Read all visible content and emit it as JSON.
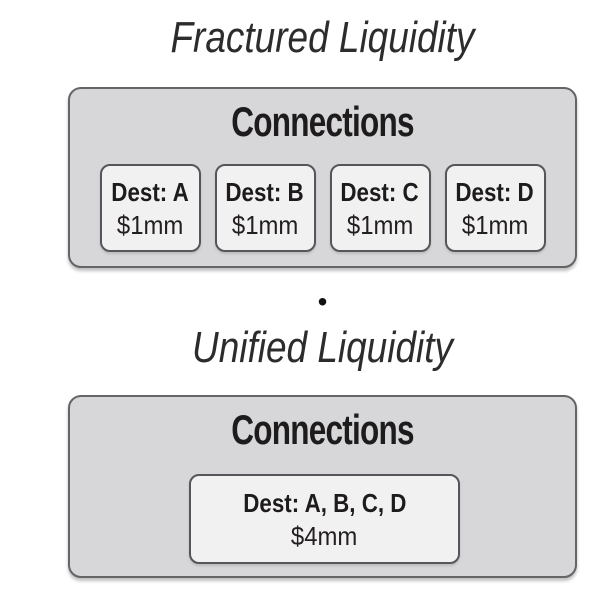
{
  "colors": {
    "background": "#ffffff",
    "panel_fill": "#d7d7d9",
    "panel_border": "#646567",
    "card_fill": "#f1f1f2",
    "card_border": "#545659",
    "text": "#231f20"
  },
  "fractured": {
    "title": "Fractured Liquidity",
    "panel_heading": "Connections",
    "cards": [
      {
        "dest": "Dest: A",
        "amount": "$1mm"
      },
      {
        "dest": "Dest: B",
        "amount": "$1mm"
      },
      {
        "dest": "Dest: C",
        "amount": "$1mm"
      },
      {
        "dest": "Dest: D",
        "amount": "$1mm"
      }
    ]
  },
  "separator": {
    "symbol": "•"
  },
  "unified": {
    "title": "Unified Liquidity",
    "panel_heading": "Connections",
    "card": {
      "dest": "Dest: A, B, C, D",
      "amount": "$4mm"
    }
  }
}
